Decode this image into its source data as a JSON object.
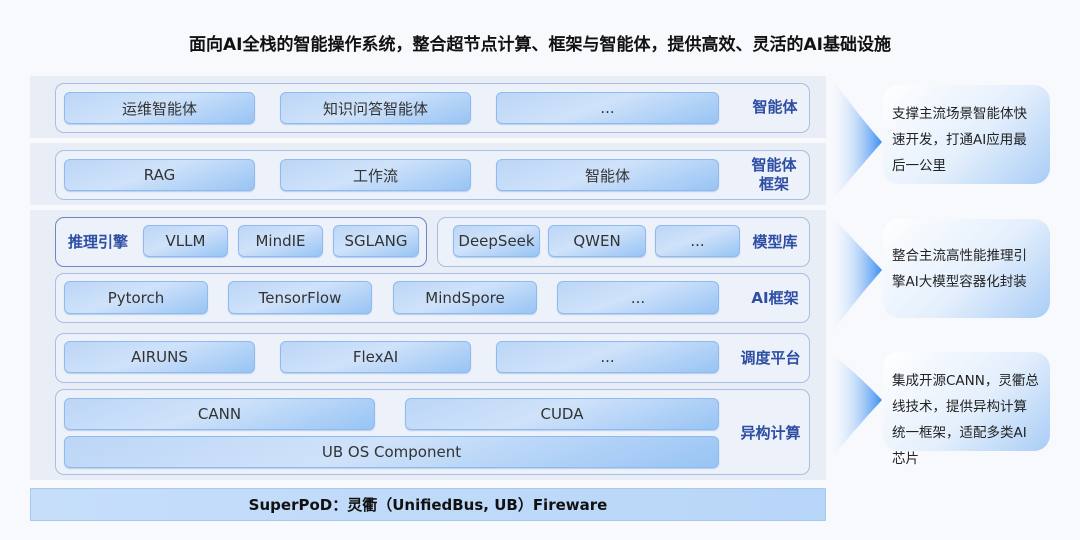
{
  "title": "面向AI全栈的智能操作系统，整合超节点计算、框架与智能体，提供高效、灵活的AI基础设施",
  "layers": {
    "agent": {
      "label": "智能体",
      "items": [
        "运维智能体",
        "知识问答智能体",
        "..."
      ]
    },
    "agent_framework": {
      "label": "智能体框架",
      "items": [
        "RAG",
        "工作流",
        "智能体"
      ]
    },
    "inference": {
      "label": "推理引擎",
      "items": [
        "VLLM",
        "MindIE",
        "SGLANG"
      ]
    },
    "model_library": {
      "label": "模型库",
      "items": [
        "DeepSeek",
        "QWEN",
        "..."
      ]
    },
    "ai_framework": {
      "label": "AI框架",
      "items": [
        "Pytorch",
        "TensorFlow",
        "MindSpore",
        "..."
      ]
    },
    "scheduling": {
      "label": "调度平台",
      "items": [
        "AIRUNS",
        "FlexAI",
        "..."
      ]
    },
    "heterogeneous": {
      "label": "异构计算",
      "items": [
        "CANN",
        "CUDA",
        "UB OS Component"
      ]
    }
  },
  "bottom": "SuperPoD：灵衢（UnifiedBus, UB）Fireware",
  "callouts": [
    "支撑主流场景智能体快速开发，打通AI应用最后一公里",
    "整合主流高性能推理引擎AI大模型容器化封装",
    "集成开源CANN，灵衢总线技术，提供异构计算统一框架，适配多类AI芯片"
  ],
  "colors": {
    "label": "#2d4ea3",
    "chip": "#bcd6f6",
    "accent": "#3b8ef0"
  }
}
